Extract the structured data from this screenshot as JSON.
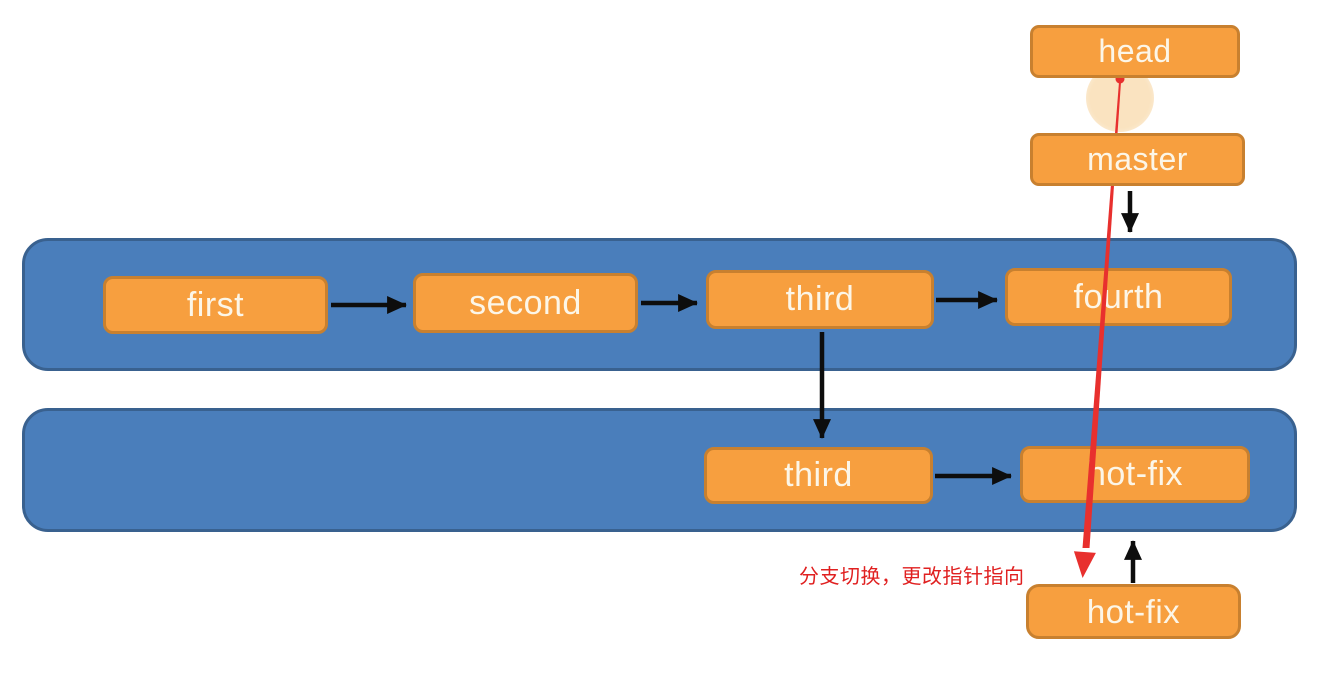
{
  "colors": {
    "node-fill": "#f79f3f",
    "node-border": "#c8802f",
    "node-text": "#fcf6e8",
    "lane-fill": "#4a7ebb",
    "lane-border": "#39618f",
    "arrow": "#0d0d0d",
    "pointer-red": "#e8302e",
    "annotation-red": "#e02020",
    "laser-glow": "#fae3c0",
    "background": "#ffffff"
  },
  "nodes": {
    "head": {
      "label": "head"
    },
    "master": {
      "label": "master"
    },
    "lane1_commits": [
      {
        "label": "first"
      },
      {
        "label": "second"
      },
      {
        "label": "third"
      },
      {
        "label": "fourth"
      }
    ],
    "lane2_commits": [
      {
        "label": "third"
      },
      {
        "label": "hot-fix"
      }
    ],
    "hotfix_pointer": {
      "label": "hot-fix"
    }
  },
  "edges": [
    {
      "from": "first",
      "to": "second",
      "style": "black-arrow"
    },
    {
      "from": "second",
      "to": "third",
      "style": "black-arrow"
    },
    {
      "from": "third",
      "to": "fourth",
      "style": "black-arrow"
    },
    {
      "from": "master",
      "to": "lane-master",
      "style": "black-arrow"
    },
    {
      "from": "third-master-lane",
      "to": "third-hotfix-lane",
      "style": "black-arrow"
    },
    {
      "from": "third-hotfix-lane",
      "to": "hot-fix",
      "style": "black-arrow"
    },
    {
      "from": "hot-fix-pointer",
      "to": "lane-hotfix",
      "style": "black-arrow"
    },
    {
      "from": "head",
      "to": "hot-fix-pointer",
      "style": "red-laser-arrow"
    }
  ],
  "annotation": {
    "text": "分支切换，更改指针指向"
  }
}
